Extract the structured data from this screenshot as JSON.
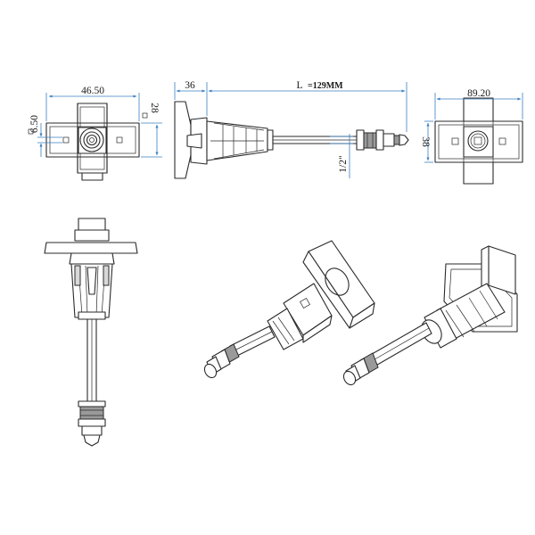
{
  "dimensions": {
    "width_top": "46.50",
    "height_left": "6.50",
    "height_right": "28",
    "flange": "36",
    "length_prefix": "L",
    "length_value": "=129MM",
    "thread": "1/2\"",
    "width_plate": "89.20",
    "height_plate": "38"
  },
  "colors": {
    "line": "#2a2a2a",
    "dimension": "#3a7fc1"
  }
}
